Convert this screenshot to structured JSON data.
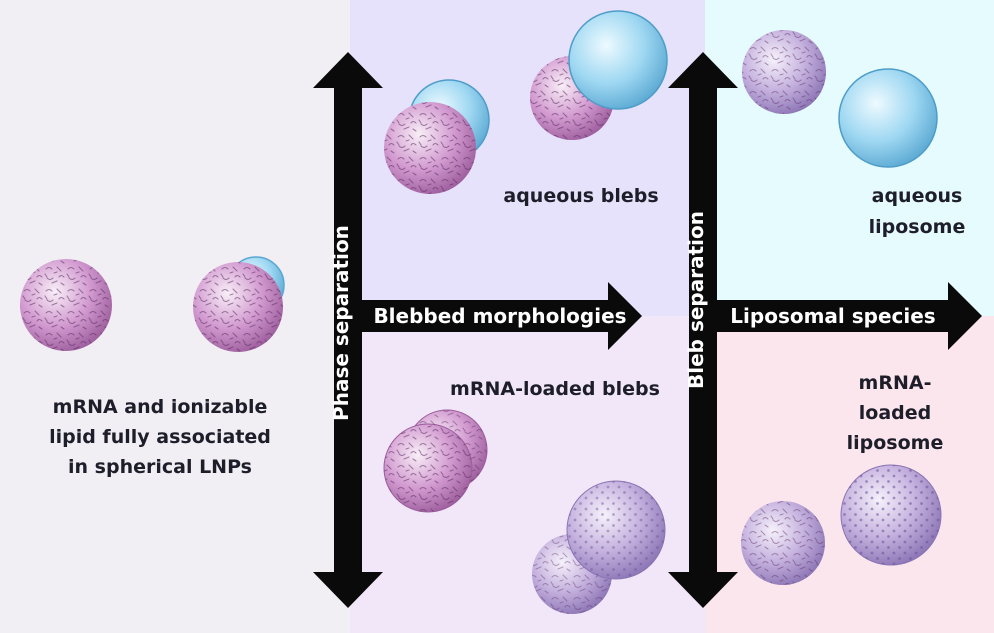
{
  "labels": {
    "lnp_line1": "mRNA and ionizable",
    "lnp_line2": "lipid fully associated",
    "lnp_line3": "in spherical LNPs",
    "aqueous_blebs": "aqueous blebs",
    "mrna_loaded_blebs": "mRNA-loaded blebs",
    "aqueous_liposome_line1": "aqueous",
    "aqueous_liposome_line2": "liposome",
    "mrna_liposome_line1": "mRNA-",
    "mrna_liposome_line2": "loaded",
    "mrna_liposome_line3": "liposome"
  },
  "arrows": {
    "phase_separation": "Phase separation",
    "blebbed_morphologies": "Blebbed morphologies",
    "bleb_separation": "Bleb separation",
    "liposomal_species": "Liposomal species"
  },
  "colors": {
    "panel_lnp": "#f1eff4",
    "panel_aqueous_blebs": "#e6e2fb",
    "panel_mrna_blebs": "#f1e7f8",
    "panel_aqueous_liposome": "#e6fbfd",
    "panel_mrna_liposome": "#fbe6ee",
    "arrow": "#0a0a0a",
    "lnp_particle": "#c98fc6",
    "aqueous_compartment": "#8ccfee",
    "mrna_compartment": "#b9a3d6"
  }
}
